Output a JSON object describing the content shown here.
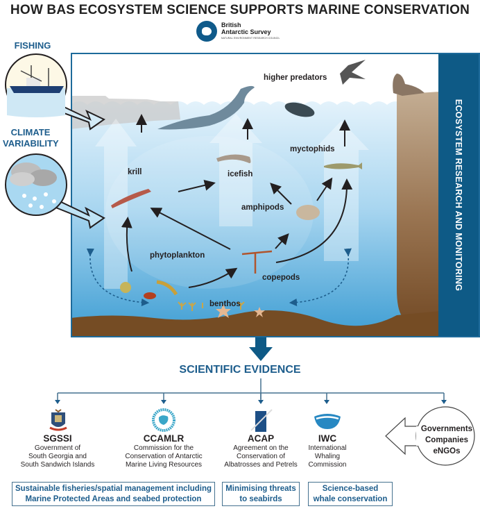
{
  "title": "HOW BAS ECOSYSTEM SCIENCE SUPPORTS MARINE CONSERVATION",
  "logo": {
    "name_line1": "British",
    "name_line2": "Antarctic Survey",
    "subtitle": "NATURAL ENVIRONMENT RESEARCH COUNCIL",
    "icon": "antarctica-globe-icon"
  },
  "pressures": [
    {
      "label": "FISHING",
      "icon": "fishing-vessel-icon"
    },
    {
      "label_line1": "CLIMATE",
      "label_line2": "VARIABILITY",
      "icon": "snow-cloud-icon"
    }
  ],
  "ecosystem": {
    "band_label": "ECOSYSTEM RESEARCH AND MONITORING",
    "nodes": {
      "higher_predators": "higher predators",
      "krill": "krill",
      "icefish": "icefish",
      "myctophids": "myctophids",
      "amphipods": "amphipods",
      "phytoplankton": "phytoplankton",
      "copepods": "copepods",
      "benthos": "benthos"
    },
    "animals": [
      "whale",
      "albatross",
      "penguin",
      "fur-seal",
      "krill",
      "icefish",
      "myctophid",
      "amphipod",
      "copepod",
      "phytoplankton",
      "benthos"
    ],
    "colors": {
      "water_top": "#d9eef9",
      "water_bottom": "#4aa7d8",
      "seabed": "#754c24",
      "band": "#0e5a86",
      "accent": "#1d5d8c"
    }
  },
  "evidence_label": "SCIENTIFIC EVIDENCE",
  "organizations": [
    {
      "acronym": "SGSSI",
      "desc1": "Government of",
      "desc2": "South Georgia and",
      "desc3": "South Sandwich Islands",
      "icon": "sgssi-crest-icon"
    },
    {
      "acronym": "CCAMLR",
      "desc1": "Commission for the",
      "desc2": "Conservation of Antarctic",
      "desc3": "Marine Living Resources",
      "icon": "ccamlr-logo-icon"
    },
    {
      "acronym": "ACAP",
      "desc1": "Agreement on the",
      "desc2": "Conservation of",
      "desc3": "Albatrosses and Petrels",
      "icon": "acap-logo-icon"
    },
    {
      "acronym": "IWC",
      "desc1": "International",
      "desc2": "Whaling",
      "desc3": "Commission",
      "icon": "iwc-whale-logo-icon"
    }
  ],
  "stakeholders": [
    "Governments",
    "Companies",
    "eNGOs"
  ],
  "outcomes": [
    {
      "line1": "Sustainable fisheries/spatial management including",
      "line2": "Marine Protected Areas and seabed protection"
    },
    {
      "line1": "Minimising threats",
      "line2": "to seabirds"
    },
    {
      "line1": "Science-based",
      "line2": "whale conservation"
    }
  ]
}
